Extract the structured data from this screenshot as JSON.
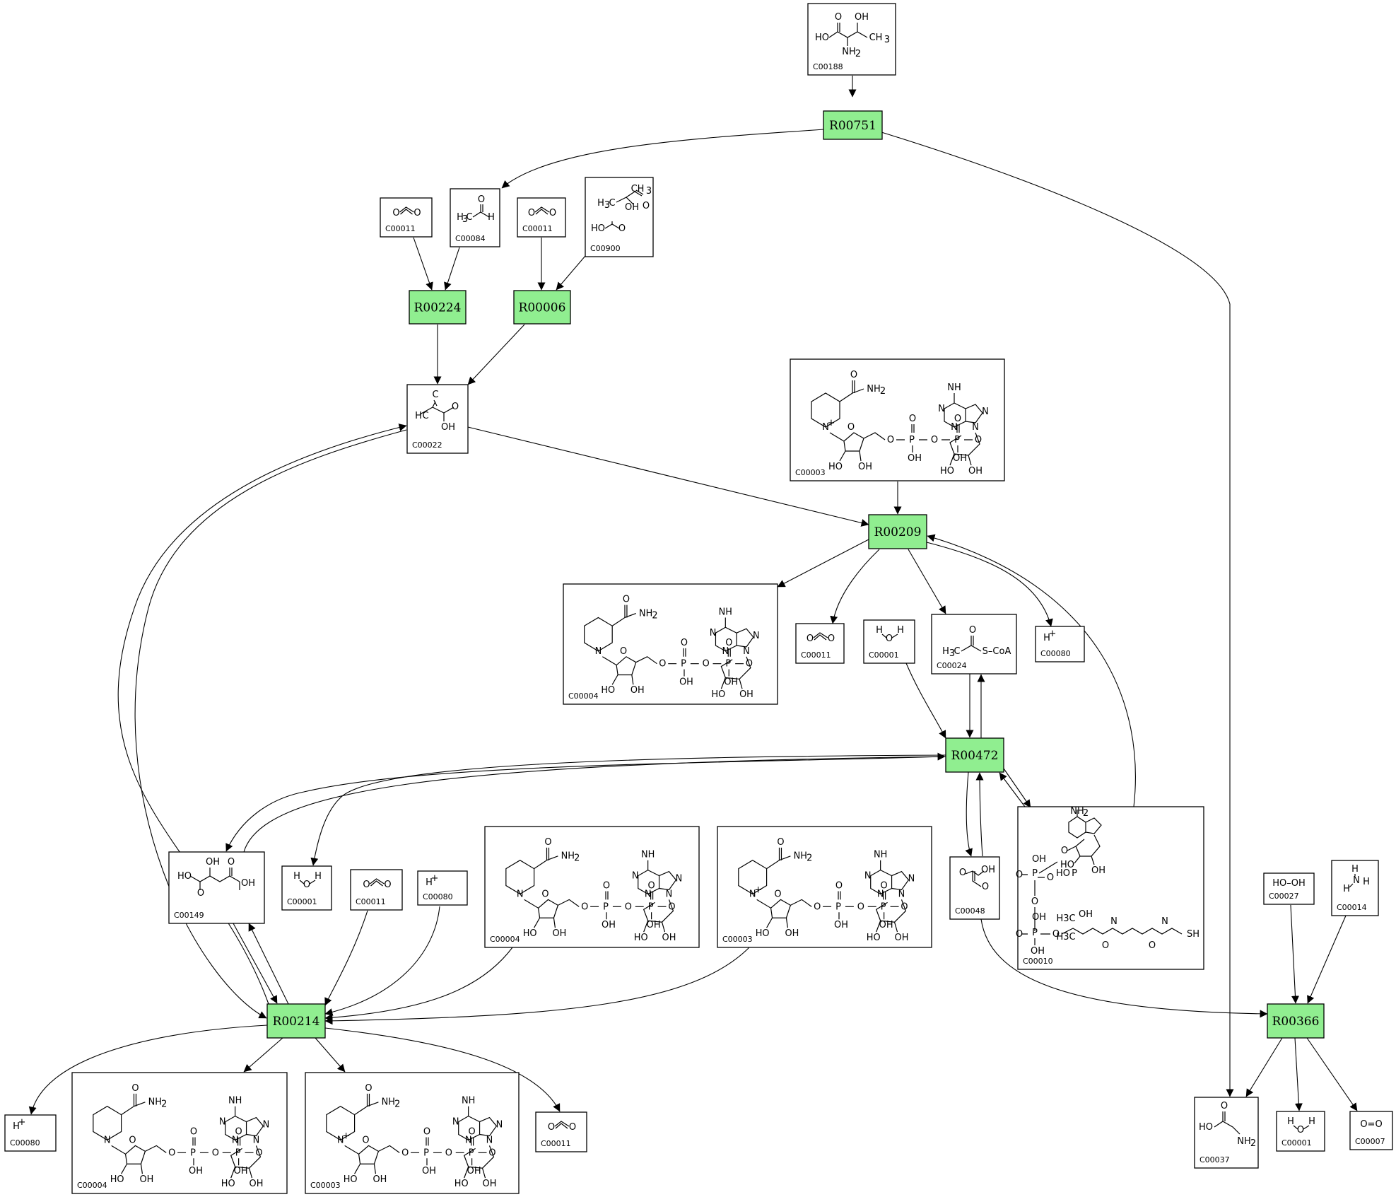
{
  "reactions": [
    {
      "id": "R00751"
    },
    {
      "id": "R00224"
    },
    {
      "id": "R00006"
    },
    {
      "id": "R00209"
    },
    {
      "id": "R00472"
    },
    {
      "id": "R00214"
    },
    {
      "id": "R00366"
    }
  ],
  "compounds": [
    {
      "key": "c188",
      "id": "C00188",
      "structure": "threonine"
    },
    {
      "key": "c11a",
      "id": "C00011",
      "structure": "co2"
    },
    {
      "key": "c84",
      "id": "C00084",
      "structure": "acetaldehyde"
    },
    {
      "key": "c11b",
      "id": "C00011",
      "structure": "co2"
    },
    {
      "key": "c900",
      "id": "C00900",
      "structure": "acetolactate"
    },
    {
      "key": "c22",
      "id": "C00022",
      "structure": "pyruvate"
    },
    {
      "key": "c3a",
      "id": "C00003",
      "structure": "nad"
    },
    {
      "key": "c4a",
      "id": "C00004",
      "structure": "nadh"
    },
    {
      "key": "c11c",
      "id": "C00011",
      "structure": "co2"
    },
    {
      "key": "c1a",
      "id": "C00001",
      "structure": "water"
    },
    {
      "key": "c24",
      "id": "C00024",
      "structure": "acetyl-coa"
    },
    {
      "key": "c80a",
      "id": "C00080",
      "structure": "proton"
    },
    {
      "key": "c149",
      "id": "C00149",
      "structure": "malate"
    },
    {
      "key": "c1b",
      "id": "C00001",
      "structure": "water"
    },
    {
      "key": "c11d",
      "id": "C00011",
      "structure": "co2"
    },
    {
      "key": "c80b",
      "id": "C00080",
      "structure": "proton"
    },
    {
      "key": "c4b",
      "id": "C00004",
      "structure": "nadh"
    },
    {
      "key": "c3b",
      "id": "C00003",
      "structure": "nad"
    },
    {
      "key": "c48",
      "id": "C00048",
      "structure": "glyoxylate"
    },
    {
      "key": "c10",
      "id": "C00010",
      "structure": "coa"
    },
    {
      "key": "c27",
      "id": "C00027",
      "structure": "hydrogen-peroxide"
    },
    {
      "key": "c14",
      "id": "C00014",
      "structure": "ammonia"
    },
    {
      "key": "c80c",
      "id": "C00080",
      "structure": "proton"
    },
    {
      "key": "c4c",
      "id": "C00004",
      "structure": "nadh"
    },
    {
      "key": "c3c",
      "id": "C00003",
      "structure": "nad"
    },
    {
      "key": "c11e",
      "id": "C00011",
      "structure": "co2"
    },
    {
      "key": "c37",
      "id": "C00037",
      "structure": "glycine"
    },
    {
      "key": "c1c",
      "id": "C00001",
      "structure": "water"
    },
    {
      "key": "c7",
      "id": "C00007",
      "structure": "oxygen"
    }
  ],
  "atom_labels": {
    "OH": "OH",
    "HO": "HO",
    "NH2": "NH",
    "CH3": "CH",
    "H3C": "H",
    "O": "O",
    "H": "H",
    "N": "N",
    "P": "P",
    "S_CoA": "S–CoA",
    "Hplus": "H",
    "HO_OH": "HO–OH",
    "O_eq_O": "O=O",
    "SH": "SH",
    "plus": "+",
    "sub2": "2",
    "sub3": "3",
    "C": "C",
    "CoA_H3C": "H3C"
  }
}
